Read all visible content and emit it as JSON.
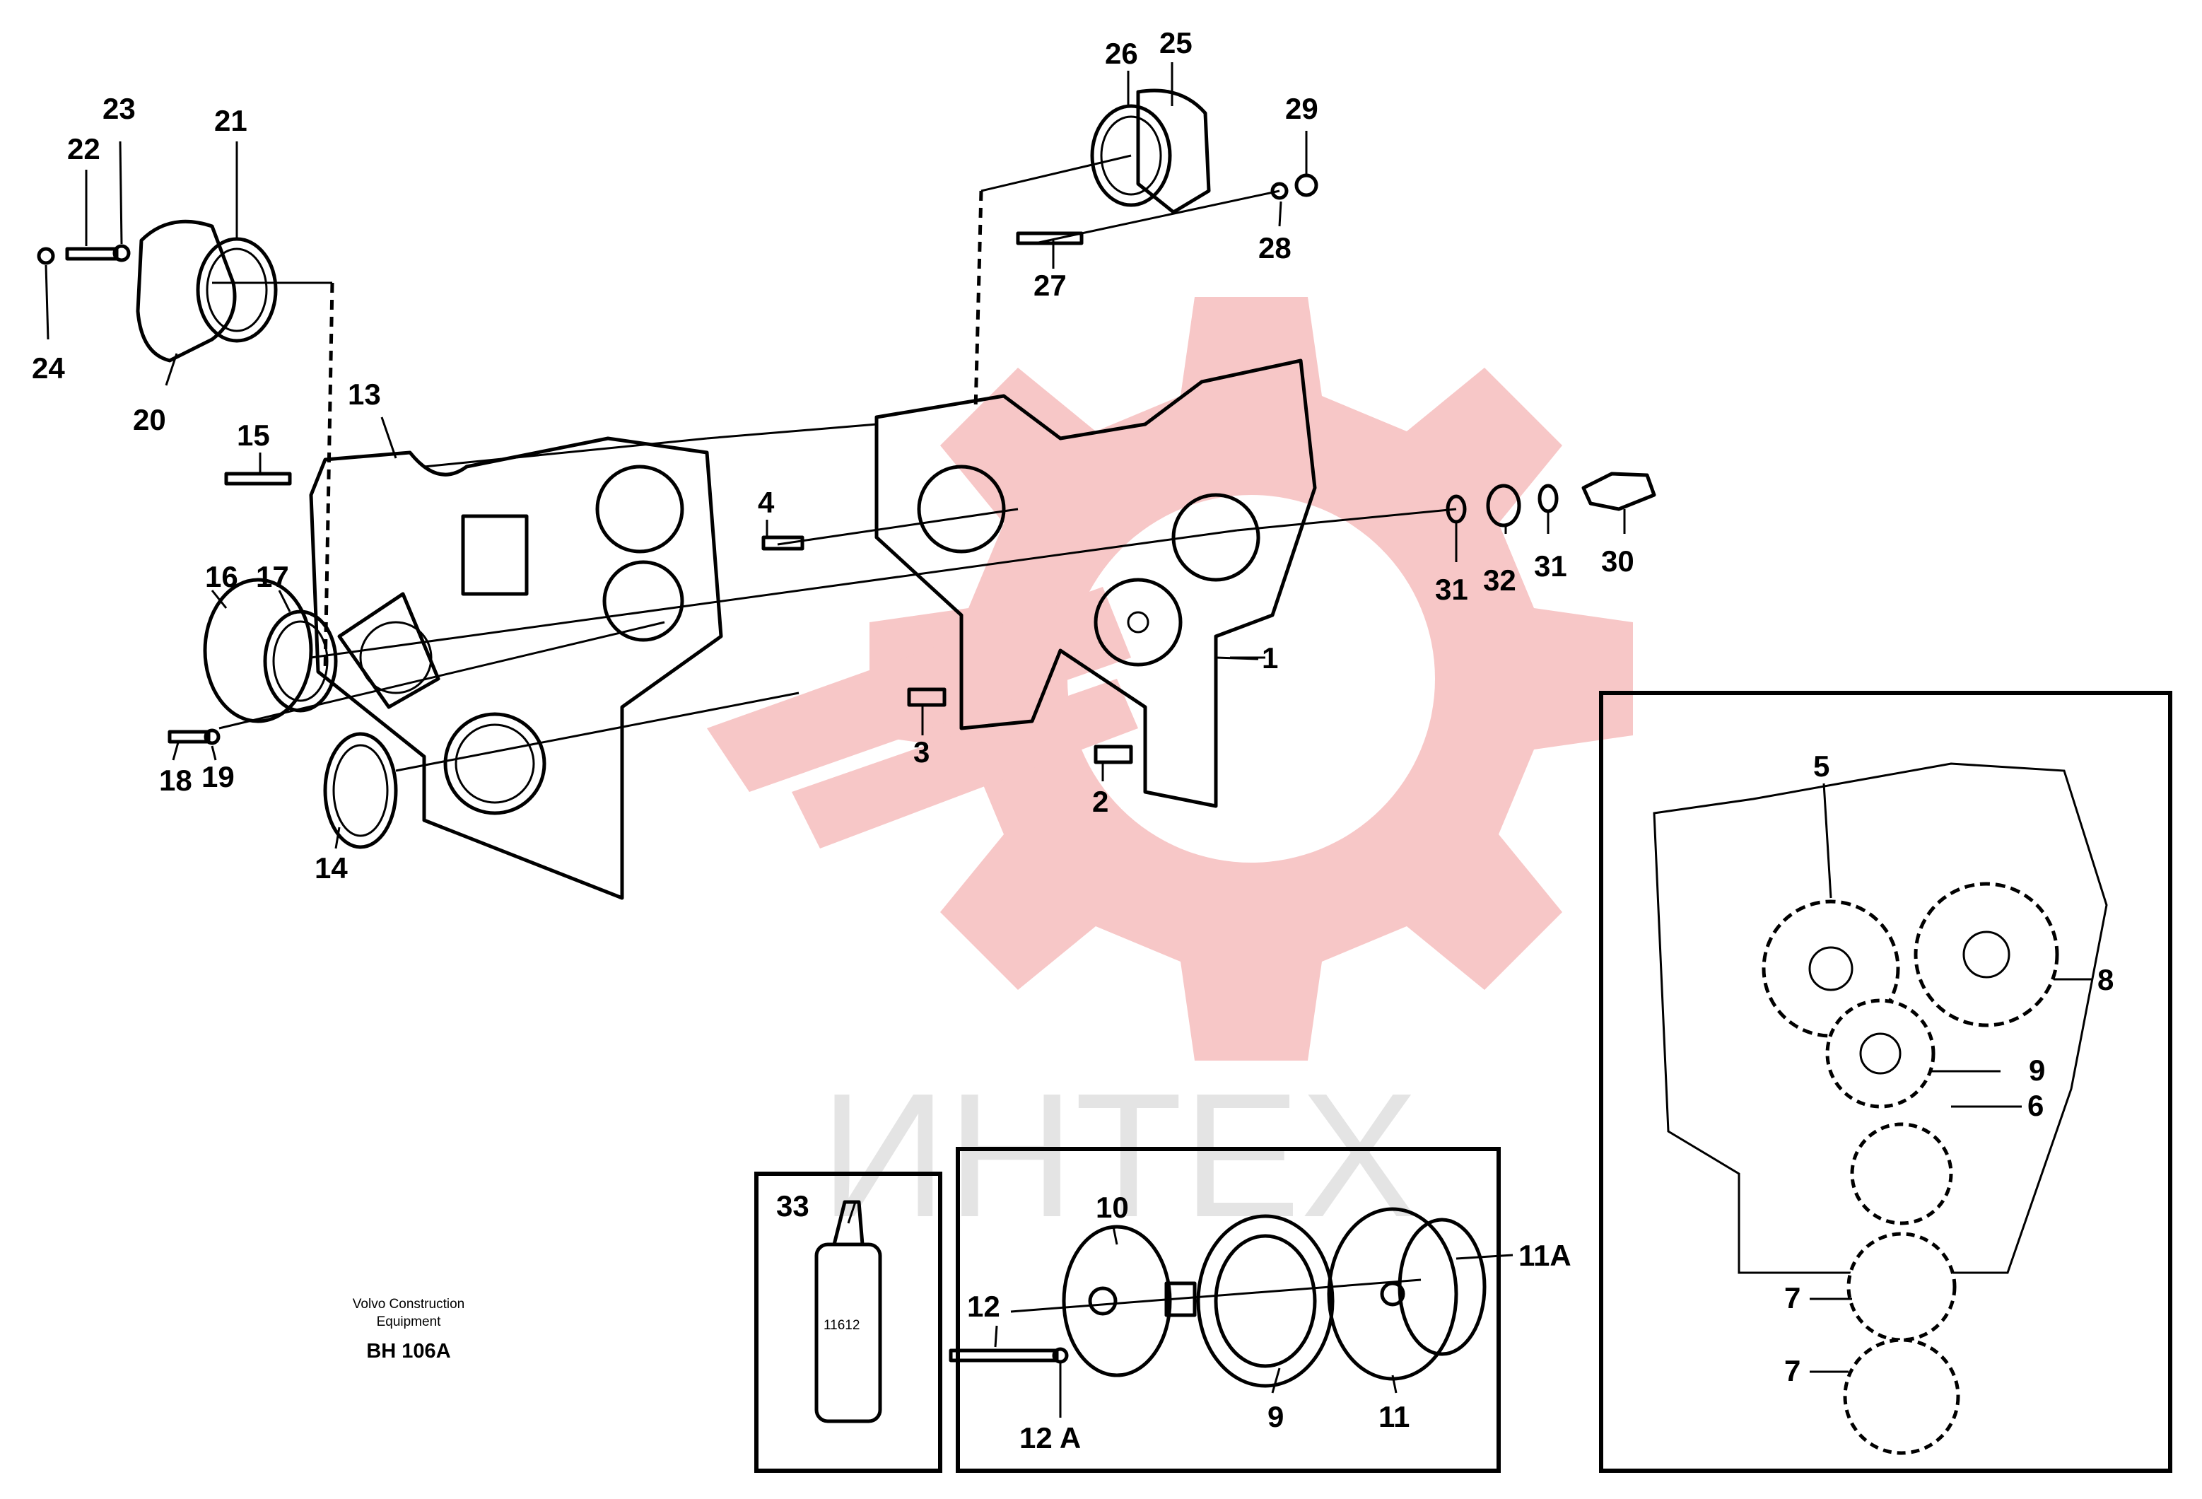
{
  "watermark": {
    "text": "ИНТЕХ",
    "color": "#f5c2c2",
    "icon": "gear-logo-icon"
  },
  "caption": {
    "company_line1": "Volvo Construction",
    "company_line2": "Equipment",
    "code": "BH 106A"
  },
  "callouts": {
    "c1": "1",
    "c2": "2",
    "c3": "3",
    "c4": "4",
    "c5": "5",
    "c6": "6",
    "c7a": "7",
    "c7b": "7",
    "c8": "8",
    "c9a": "9",
    "c9b": "9",
    "c10": "10",
    "c11": "11",
    "c11a": "11A",
    "c12": "12",
    "c12a": "12 A",
    "c13": "13",
    "c14": "14",
    "c15": "15",
    "c16": "16",
    "c17": "17",
    "c18": "18",
    "c19": "19",
    "c20": "20",
    "c21": "21",
    "c22": "22",
    "c23": "23",
    "c24": "24",
    "c25": "25",
    "c26": "26",
    "c27": "27",
    "c28": "28",
    "c29": "29",
    "c30": "30",
    "c31a": "31",
    "c31b": "31",
    "c32": "32",
    "c33": "33"
  },
  "tube_label": "11612"
}
